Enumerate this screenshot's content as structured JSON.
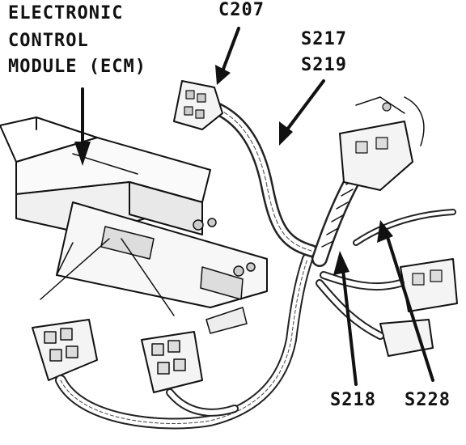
{
  "labels": {
    "ecm_line1": "ELECTRONIC",
    "ecm_line2": "CONTROL",
    "ecm_line3": "MODULE (ECM)",
    "c207": "C207",
    "s217": "S217",
    "s219": "S219",
    "s218": "S218",
    "s228": "S228"
  },
  "colors": {
    "ink": "#111111",
    "background": "#ffffff"
  }
}
